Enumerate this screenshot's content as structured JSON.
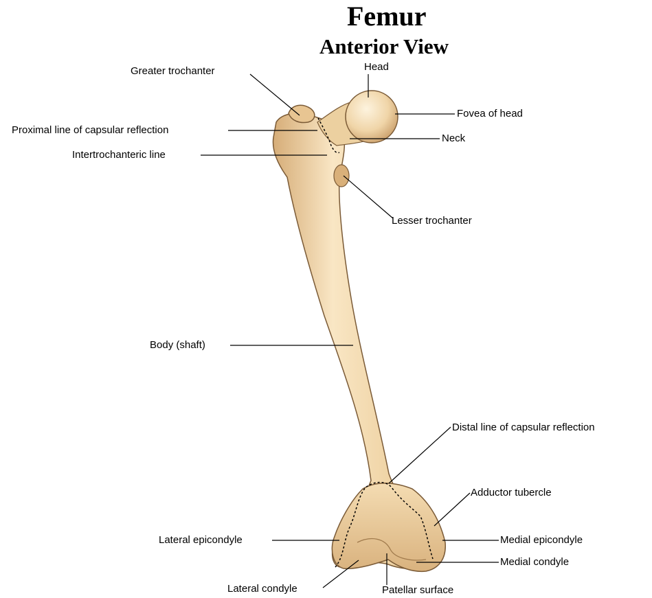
{
  "title": "Femur",
  "subtitle": "Anterior View",
  "labels": {
    "greater_trochanter": "Greater trochanter",
    "head": "Head",
    "fovea_of_head": "Fovea of head",
    "proximal_line": "Proximal line of capsular reflection",
    "neck": "Neck",
    "intertrochanteric_line": "Intertrochanteric line",
    "lesser_trochanter": "Lesser trochanter",
    "body_shaft": "Body (shaft)",
    "distal_line": "Distal line of capsular reflection",
    "adductor_tubercle": "Adductor tubercle",
    "lateral_epicondyle": "Lateral epicondyle",
    "medial_epicondyle": "Medial epicondyle",
    "medial_condyle": "Medial condyle",
    "lateral_condyle": "Lateral condyle",
    "patellar_surface": "Patellar surface"
  },
  "colors": {
    "bone_fill": "#efd3a4",
    "bone_highlight": "#fbedd2",
    "bone_shadow": "#c99e6a",
    "outline": "#7a5a36",
    "leader_line": "#000000"
  }
}
